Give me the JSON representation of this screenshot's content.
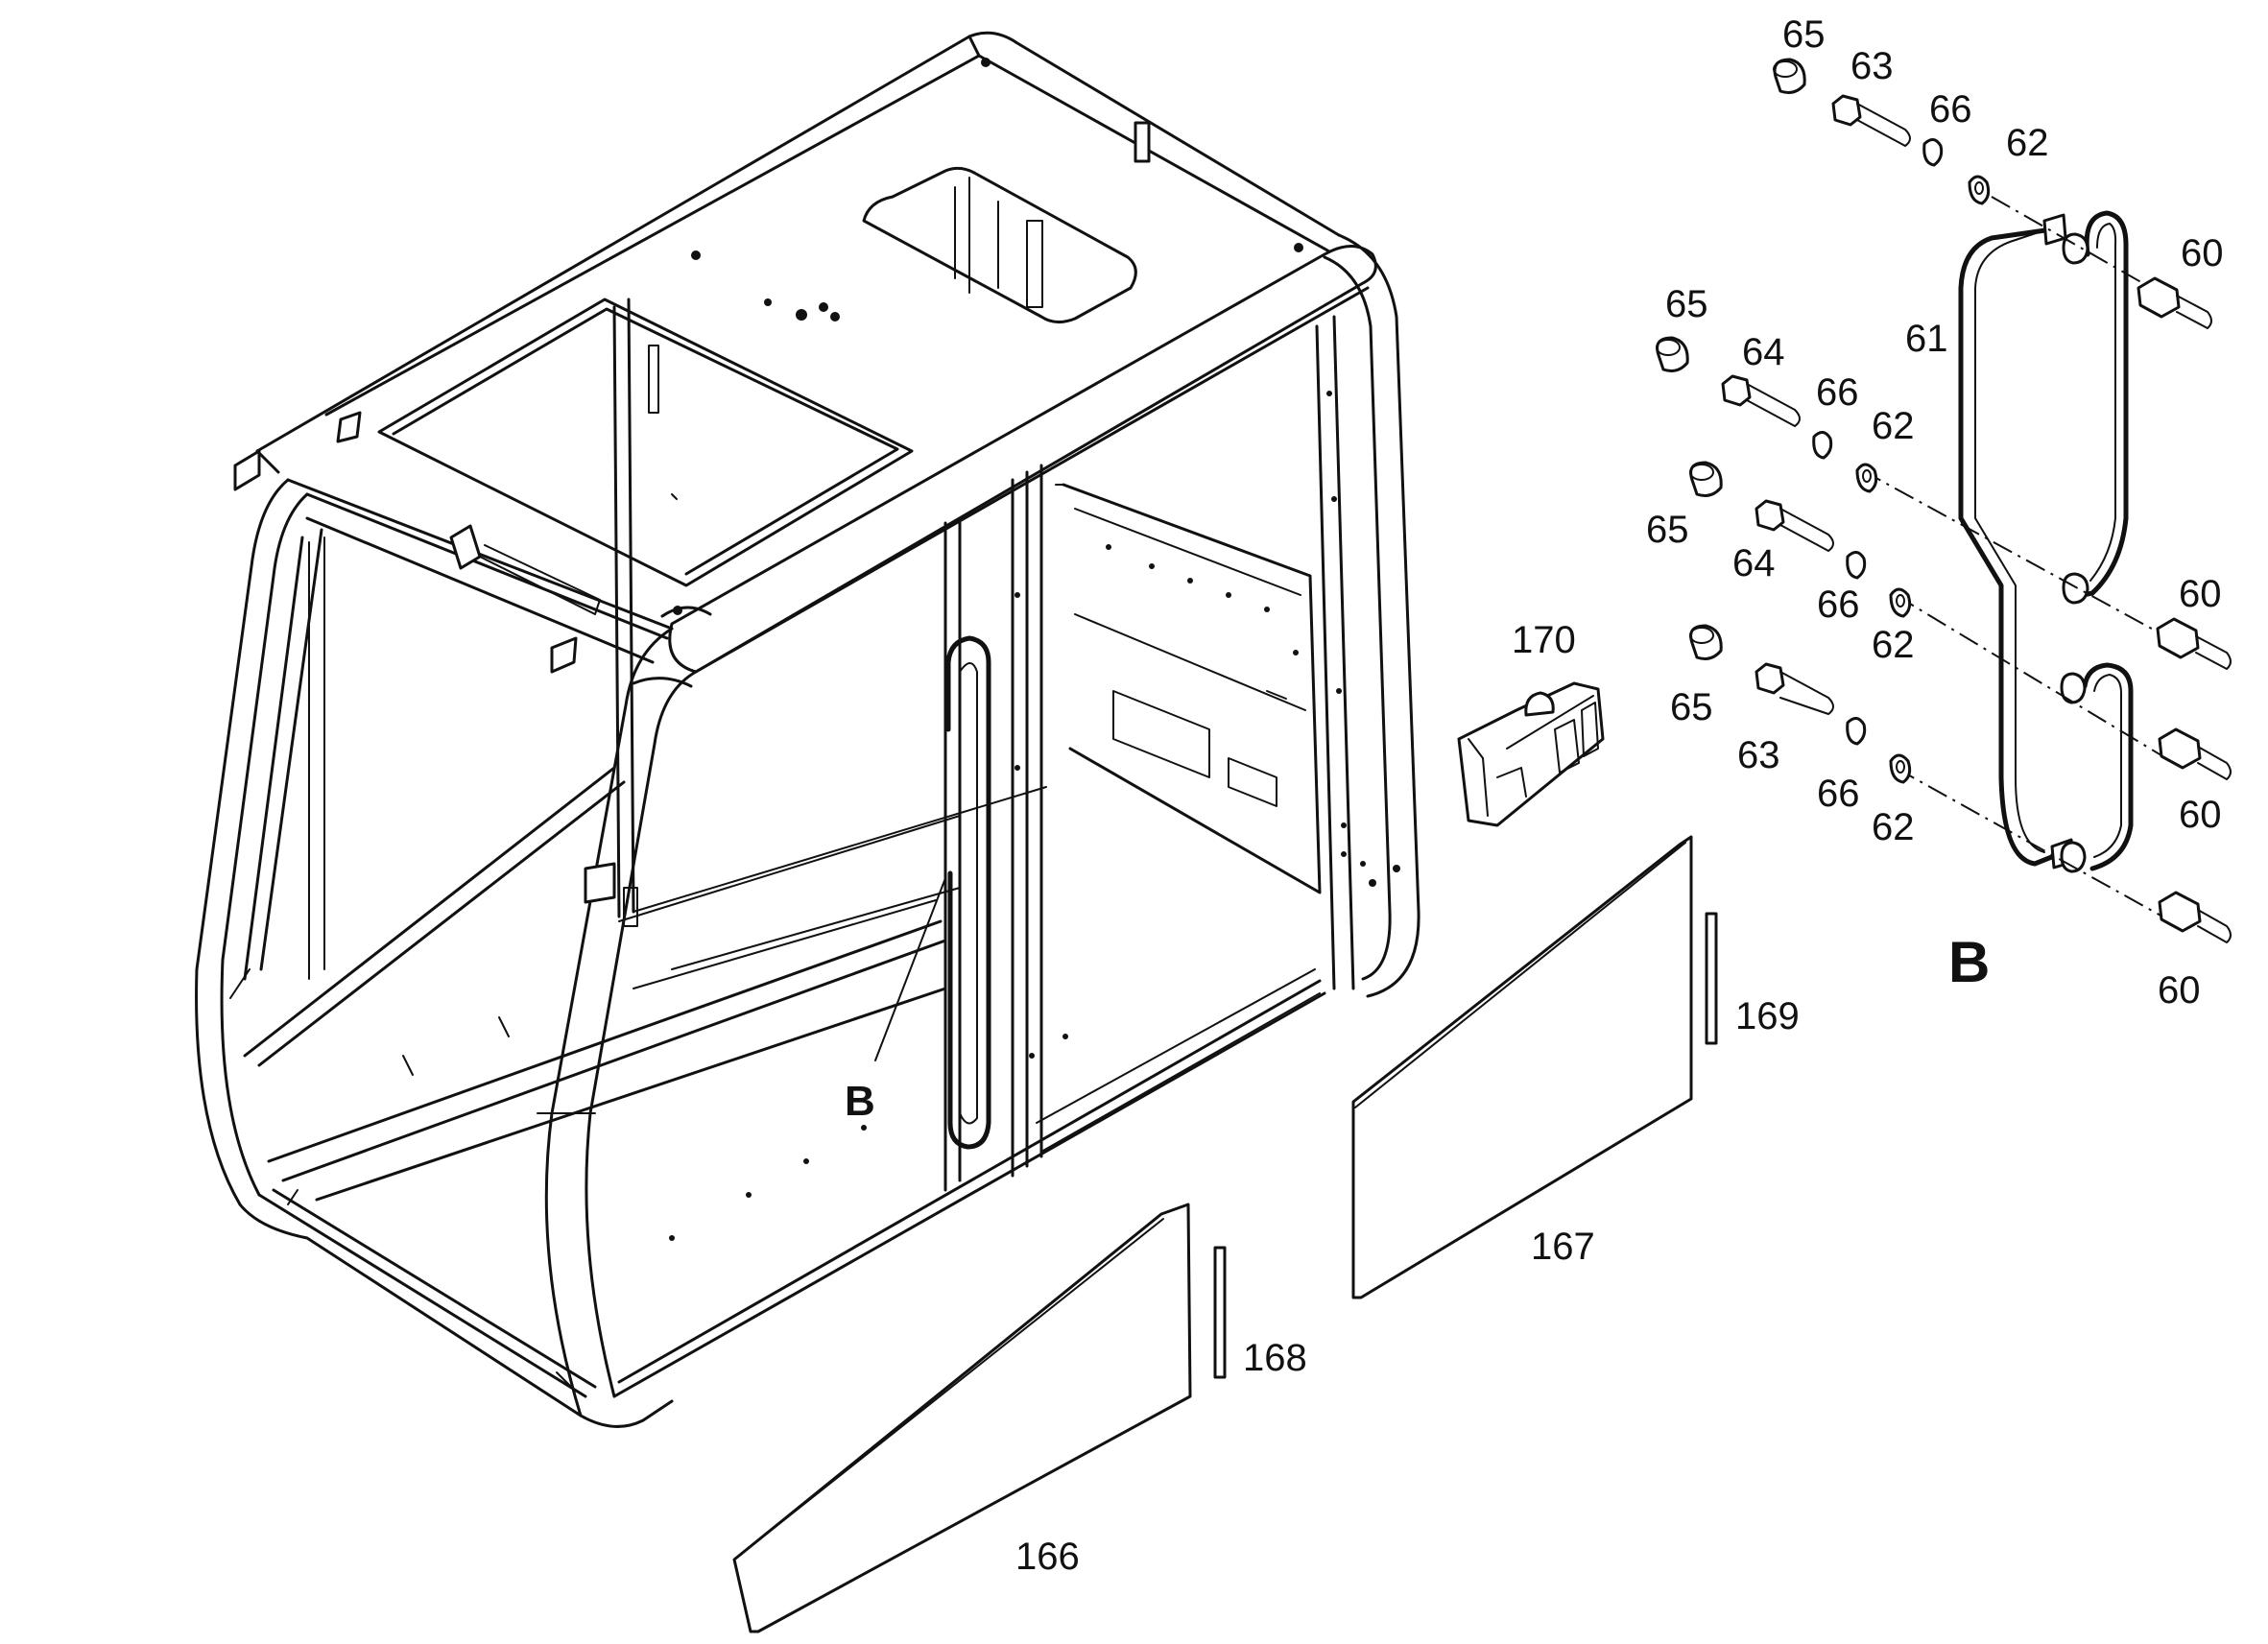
{
  "diagram": {
    "callouts": [
      {
        "id": "c65a",
        "text": "65"
      },
      {
        "id": "c63a",
        "text": "63"
      },
      {
        "id": "c66a",
        "text": "66"
      },
      {
        "id": "c62a",
        "text": "62"
      },
      {
        "id": "c60a",
        "text": "60"
      },
      {
        "id": "c61",
        "text": "61"
      },
      {
        "id": "c65b",
        "text": "65"
      },
      {
        "id": "c64a",
        "text": "64"
      },
      {
        "id": "c66b",
        "text": "66"
      },
      {
        "id": "c62b",
        "text": "62"
      },
      {
        "id": "c65c",
        "text": "65"
      },
      {
        "id": "c64b",
        "text": "64"
      },
      {
        "id": "c66c",
        "text": "66"
      },
      {
        "id": "c62c",
        "text": "62"
      },
      {
        "id": "c60b",
        "text": "60"
      },
      {
        "id": "c170",
        "text": "170"
      },
      {
        "id": "c65d",
        "text": "65"
      },
      {
        "id": "c63b",
        "text": "63"
      },
      {
        "id": "c66d",
        "text": "66"
      },
      {
        "id": "c62d",
        "text": "62"
      },
      {
        "id": "c60c",
        "text": "60"
      },
      {
        "id": "c60d",
        "text": "60"
      },
      {
        "id": "c169",
        "text": "169"
      },
      {
        "id": "c167",
        "text": "167"
      },
      {
        "id": "c168",
        "text": "168"
      },
      {
        "id": "c166",
        "text": "166"
      }
    ],
    "detail_ref_label": "B",
    "detail_title": "B"
  }
}
